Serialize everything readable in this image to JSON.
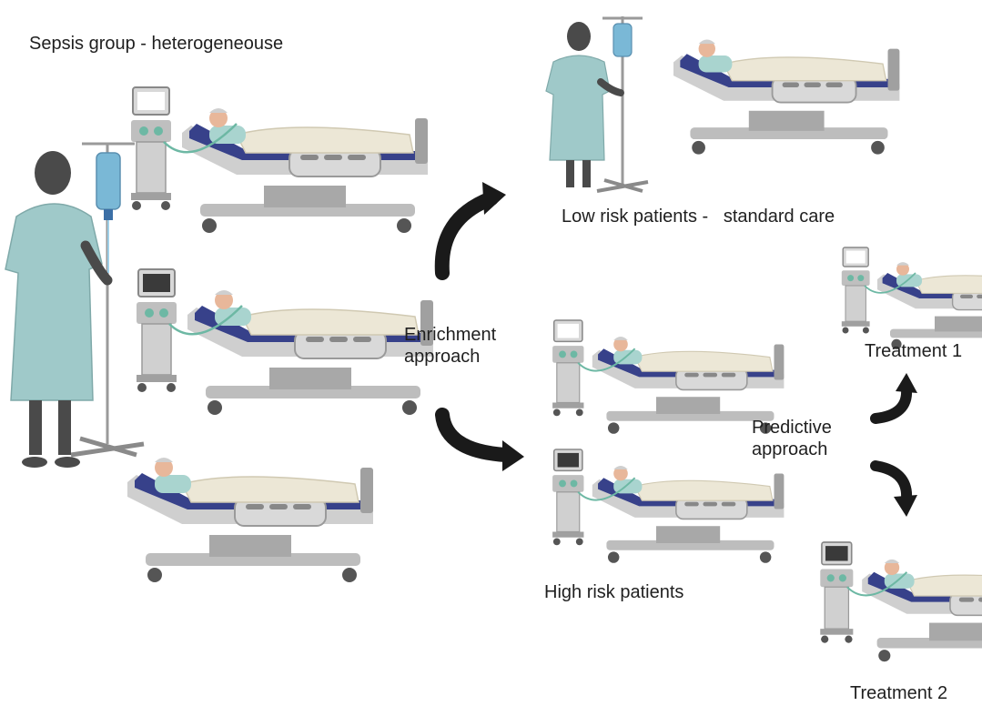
{
  "labels": {
    "title": "Sepsis group - heterogeneouse",
    "enrichment": "Enrichment\napproach",
    "low_risk": "Low risk patients -   standard care",
    "high_risk": "High risk patients",
    "predictive": "Predictive\napproach",
    "treatment1": "Treatment 1",
    "treatment2": "Treatment 2"
  },
  "colors": {
    "skin": "#4a4a4a",
    "gown": "#9fc9c9",
    "bed_frame": "#c4c4c4",
    "mattress": "#37418a",
    "blanket": "#ece7d6",
    "iv_bag": "#7ab8d6",
    "tubing": "#6db8a4",
    "arrow": "#1a1a1a"
  }
}
